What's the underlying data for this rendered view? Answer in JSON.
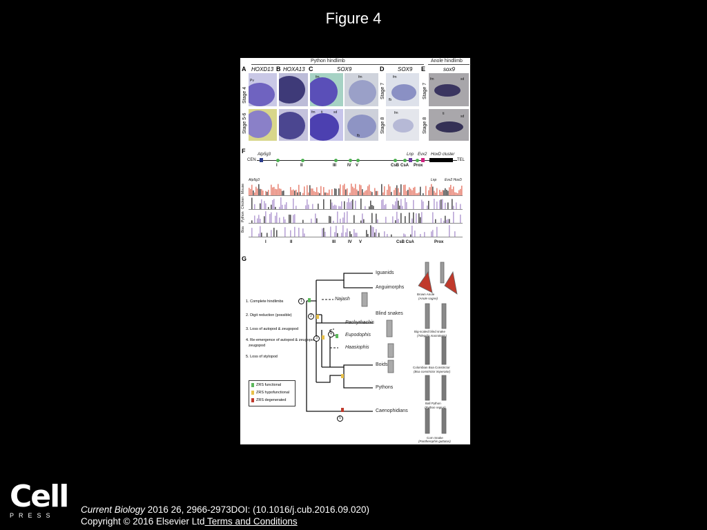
{
  "slide": {
    "title": "Figure 4"
  },
  "figure": {
    "headers": {
      "python": "Python hindlimb",
      "anole": "Anole hindlimb"
    },
    "panels": {
      "A": "A",
      "B": "B",
      "C": "C",
      "D": "D",
      "E": "E",
      "F": "F",
      "G": "G"
    },
    "genes": {
      "a": "HOXD13",
      "b": "HOXA13",
      "c": "SOX9",
      "d": "SOX9",
      "e": "sox9"
    },
    "stages": {
      "s4": "Stage 4",
      "s56": "Stage 5-6",
      "s7": "Stage 7",
      "s8": "Stage 8",
      "e7": "Stage 7",
      "e8": "Stage 8"
    },
    "img_labels": {
      "fm": "fm",
      "ti": "ti",
      "fb": "fb",
      "sd": "sd",
      "pv": "Pv"
    },
    "locus": {
      "cen": "CEN",
      "tel": "TEL",
      "atp": "Atp5g3",
      "lnp": "Lnp",
      "evx2": "Evx2",
      "hoxd": "HoxD cluster",
      "csb": "CsB",
      "csa": "CsA",
      "prox": "Prox",
      "romans": [
        "I",
        "II",
        "III",
        "IV",
        "V"
      ]
    },
    "vista": {
      "species": [
        "Mouse",
        "Chicken",
        "Python",
        "Boa"
      ],
      "top_left": "Atp5g3",
      "top_right_lnp": "Lnp",
      "top_right_evx": "Evx2  HoxD",
      "bottom": [
        "I",
        "II",
        "III",
        "IV",
        "V",
        "CsB CsA",
        "Prox"
      ]
    },
    "tree": {
      "taxa": [
        "Iguanids",
        "Anguimorphs",
        "Najash",
        "Blind snakes",
        "Pachyrhachis",
        "Eupodophis",
        "Haasiophis",
        "Boids",
        "Pythons",
        "Caenophidians"
      ],
      "steps": [
        "1. Complete hindlimbs",
        "2. Digit reduction (possible)",
        "3. Loss of autopod & zeugopod",
        "4. Re-emergence of autopod & zeugopod",
        "5. Loss of stylopod"
      ],
      "step4_line2": "zeugopod",
      "circles": [
        "1",
        "2",
        "3",
        "4",
        "5"
      ],
      "legend": [
        {
          "label": "ZRS functional",
          "color": "#5cb85c"
        },
        {
          "label": "ZRS hypofunctional",
          "color": "#e8c14a"
        },
        {
          "label": "ZRS degenerated",
          "color": "#c0392b"
        }
      ],
      "species_captions": [
        {
          "common": "Brown Anole",
          "latin": "(Anole sagrei)"
        },
        {
          "common": "Big-scaled blind snake",
          "latin": "(Trilepida macrolepis)"
        },
        {
          "common": "Colombian Boa Constrictor",
          "latin": "(Boa constrictor imperator)"
        },
        {
          "common": "Ball Python",
          "latin": "(Python regius)"
        },
        {
          "common": "Corn Snake",
          "latin": "(Pantherophis guttatus)"
        }
      ]
    }
  },
  "footer": {
    "publisher_logo": "Cell",
    "publisher_sub": "PRESS",
    "journal": "Current Biology",
    "citation_rest": " 2016 26, 2966-2973DOI: (10.1016/j.cub.2016.09.020)",
    "copyright": "Copyright © 2016 Elsevier Ltd",
    "terms_link": " Terms and Conditions"
  }
}
